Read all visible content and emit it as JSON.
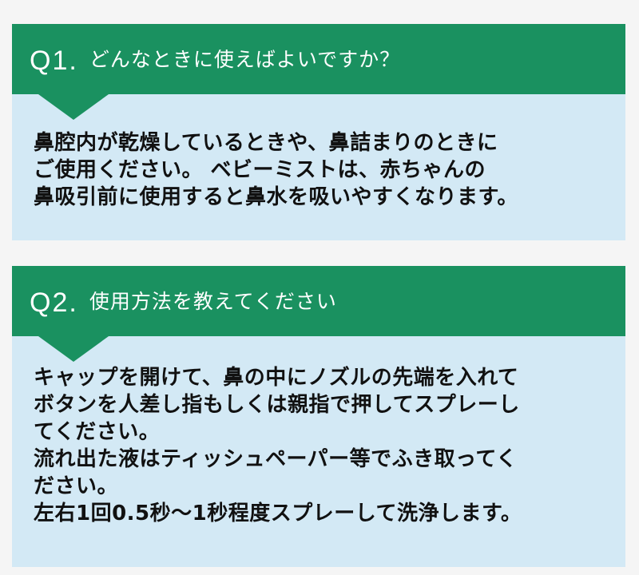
{
  "colors": {
    "background": "#f5f5f5",
    "header_green": "#1a9160",
    "answer_bg": "#d3e9f5",
    "header_text": "#ffffff",
    "answer_text": "#111111"
  },
  "faq": [
    {
      "number": "Q1.",
      "question": "どんなときに使えばよいですか？",
      "answer_lines": [
        "鼻腔内が乾燥しているときや、鼻詰まりのときに",
        "ご使用ください。 ベビーミストは、赤ちゃんの",
        "鼻吸引前に使用すると鼻水を吸いやすくなります。"
      ]
    },
    {
      "number": "Q2.",
      "question": "使用方法を教えてください",
      "answer_lines": [
        "キャップを開けて、鼻の中にノズルの先端を入れて",
        "ボタンを人差し指もしくは親指で押してスプレーし",
        "てください。",
        "流れ出た液はティッシュペーパー等でふき取ってく",
        "ださい。",
        "左右1回0.5秒～1秒程度スプレーして洗浄します。"
      ]
    }
  ]
}
